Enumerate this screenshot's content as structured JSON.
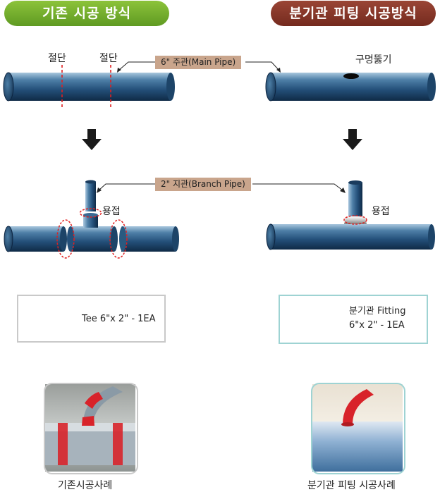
{
  "headers": {
    "conventional": "기존 시공 방식",
    "fitting": "분기관 피팅 시공방식"
  },
  "labels": {
    "cut_1": "절단",
    "cut_2": "절단",
    "main_pipe": "6\" 주관(Main Pipe)",
    "hole": "구멍뚫기",
    "branch_pipe": "2\" 지관(Branch Pipe)",
    "weld_left": "용접",
    "weld_right": "용접"
  },
  "products": {
    "tee": "Tee 6\"x 2\" - 1EA",
    "fitting_line1": "분기관 Fitting",
    "fitting_line2": "6\"x 2\" - 1EA"
  },
  "captions": {
    "left": "기존시공사례",
    "right": "분기관 피팅 시공사례"
  },
  "colors": {
    "header_left": "#6fa92a",
    "header_right": "#852f22",
    "pipe": "#2a5a80",
    "cut_line": "#e02020",
    "label_tag": "#c9a58c"
  }
}
